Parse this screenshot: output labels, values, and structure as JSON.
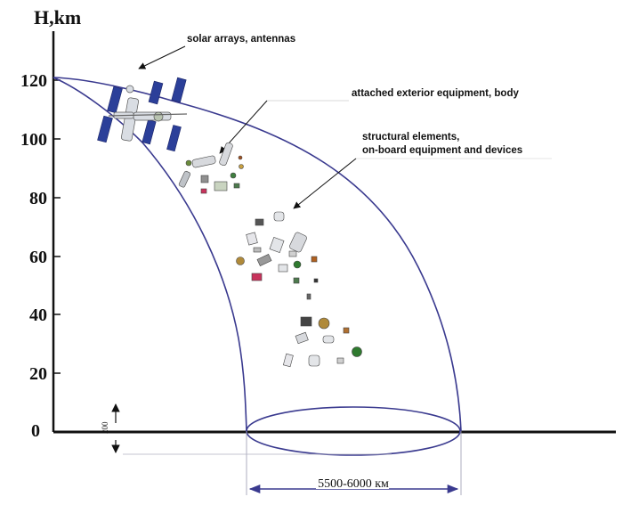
{
  "axis": {
    "y_title": "H,km",
    "y_ticks": [
      "120",
      "100",
      "80",
      "60",
      "40",
      "20",
      "0"
    ],
    "small_dim_label": "200"
  },
  "callouts": {
    "top": "solar arrays, antennas",
    "middle": "attached exterior equipment, body",
    "lower_line1": "structural elements,",
    "lower_line2": "on-board equipment and devices"
  },
  "footprint": {
    "label": "5500-6000 км"
  },
  "colors": {
    "outline": "#3a3a8f",
    "axis": "#111111",
    "solar_panel": "#2b3f99"
  },
  "icons": [
    "space-station-icon",
    "debris-fragments-icon"
  ]
}
